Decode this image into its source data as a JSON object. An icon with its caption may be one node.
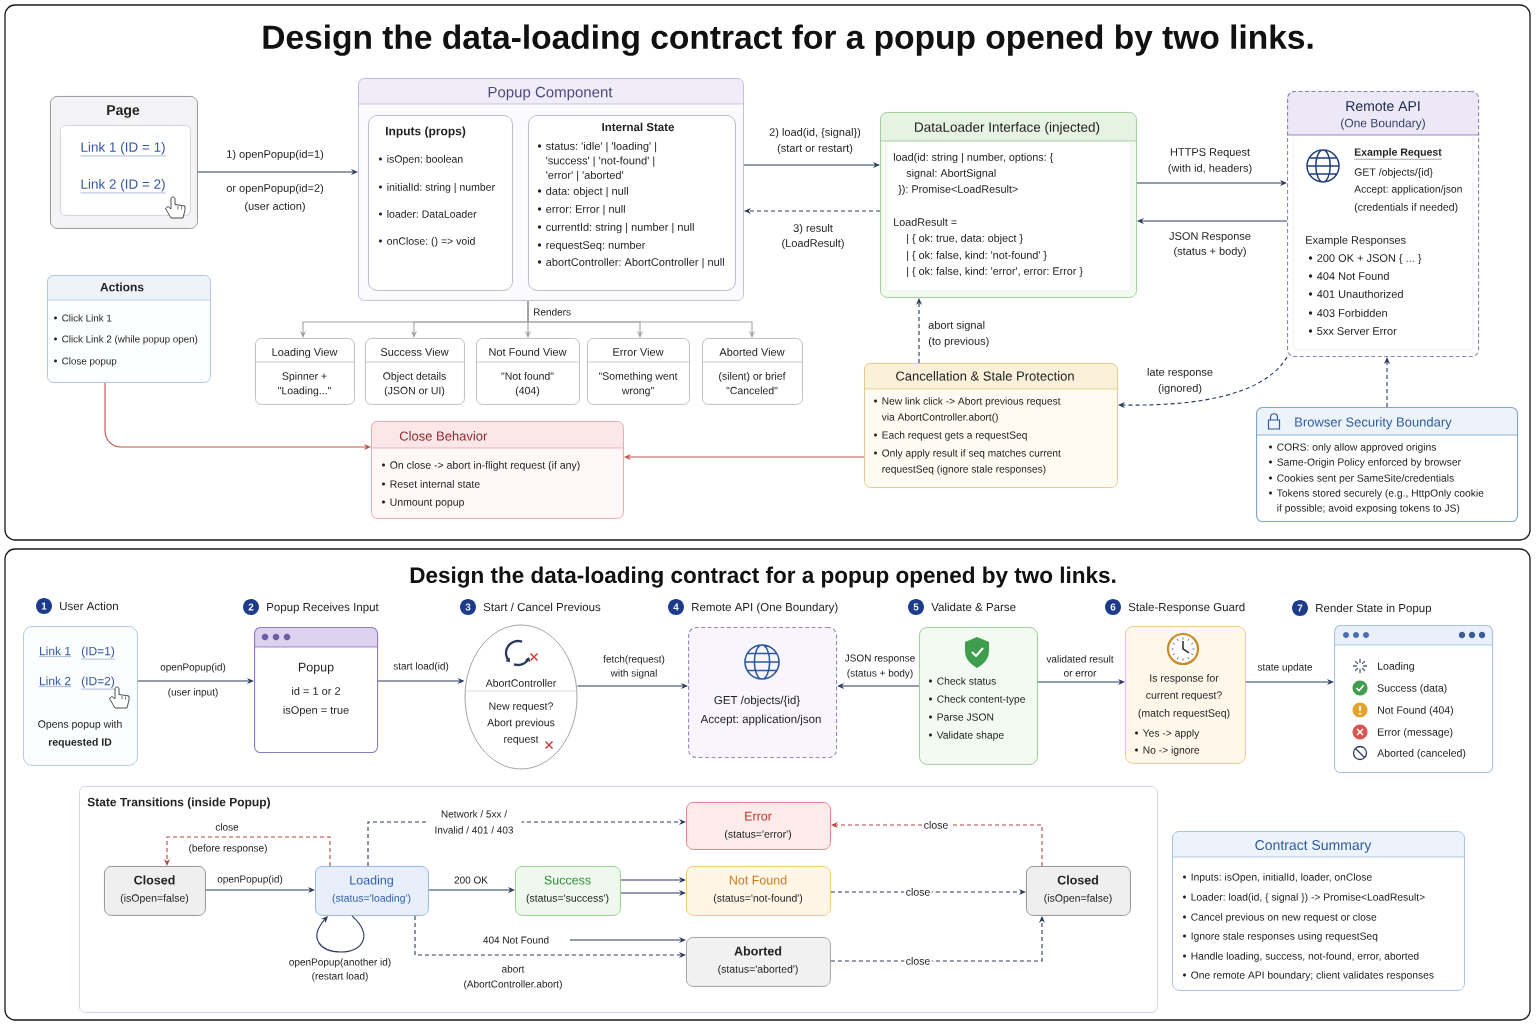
{
  "diagram": {
    "title": "Design the data-loading contract for a popup opened by two links.",
    "nodes": [
      {
        "text": [
          "Page"
        ]
      },
      {
        "text": [
          "Link 1 (ID = 1)",
          "Link 2 (ID = 2)"
        ],
        "in": 0
      },
      {
        "text": [
          "Popup Component"
        ]
      },
      {
        "text": [
          "Inputs (props)",
          "isOpen: boolean",
          "initialId: string | number",
          "loader: DataLoader",
          "onClose: () => void"
        ],
        "in": 2
      },
      {
        "text": [
          "Internal State",
          "status: 'idle' | 'loading' | 'success' | 'not-found' | 'error' | 'aborted'",
          "data: object | null",
          "error: Error | null",
          "currentId: string | number | null",
          "requestSeq: number",
          "abortController: AbortController | null"
        ],
        "in": 2
      },
      {
        "text": [
          "DataLoader Interface (injected)",
          "load(id: string | number, options: {",
          "signal: AbortSignal",
          "}): Promise<LoadResult>",
          "LoadResult =",
          "| { ok: true, data: object }",
          "| { ok: false, kind: 'not-found' }",
          "| { ok: false, kind: 'error', error: Error }"
        ]
      },
      {
        "text": [
          "Remote API",
          "(One Boundary)",
          "Example Request",
          "GET /objects/{id}",
          "Accept: application/json",
          "(credentials if needed)",
          "Example Responses",
          "200 OK + JSON { ... }",
          "404 Not Found",
          "401 Unauthorized",
          "403 Forbidden",
          "5xx Server Error"
        ]
      },
      {
        "text": [
          "Actions",
          "Click Link 1",
          "Click Link 2 (while popup open)",
          "Close popup"
        ]
      },
      {
        "text": [
          "Loading View",
          "Spinner + \"Loading...\""
        ]
      },
      {
        "text": [
          "Success View",
          "Object details (JSON or UI)"
        ]
      },
      {
        "text": [
          "Not Found View",
          "\"Not found\" (404)"
        ]
      },
      {
        "text": [
          "Error View",
          "\"Something went wrong\""
        ]
      },
      {
        "text": [
          "Aborted View",
          "(silent) or brief \"Canceled\""
        ]
      },
      {
        "text": [
          "Cancellation & Stale Protection",
          "New link click -> Abort previous request via AbortController.abort()",
          "Each request gets a requestSeq",
          "Only apply result if seq matches current requestSeq (ignore stale responses)"
        ]
      },
      {
        "text": [
          "Close Behavior",
          "On close -> abort in-flight request (if any)",
          "Reset internal state",
          "Unmount popup"
        ]
      },
      {
        "text": [
          "Browser Security Boundary",
          "CORS: only allow approved origins",
          "Same-Origin Policy enforced by browser",
          "Cookies sent per SameSite/credentials",
          "Tokens stored securely (e.g., HttpOnly cookie if possible; avoid exposing tokens to JS)"
        ]
      },
      {
        "text": [
          "1",
          "User Action",
          "Link 1",
          "(ID=1)",
          "Link 2",
          "(ID=2)",
          "Opens popup with **requested ID**"
        ]
      },
      {
        "text": [
          "2",
          "Popup Receives Input",
          "Popup",
          "id = 1 or 2",
          "isOpen = true"
        ]
      },
      {
        "text": [
          "3",
          "Start / Cancel Previous",
          "AbortController",
          "New request? Abort previous request"
        ]
      },
      {
        "text": [
          "4",
          "Remote API (One Boundary)",
          "GET /objects/{id}",
          "Accept: application/json"
        ]
      },
      {
        "text": [
          "5",
          "Validate & Parse",
          "Check status",
          "Check content-type",
          "Parse JSON",
          "Validate shape"
        ]
      },
      {
        "text": [
          "6",
          "Stale-Response Guard",
          "Is response for current request?",
          "(match requestSeq)",
          "Yes -> apply",
          "No -> ignore"
        ]
      },
      {
        "text": [
          "7",
          "Render State in Popup",
          "Loading",
          "Success (data)",
          "Not Found (404)",
          "Error (message)",
          "Aborted (canceled)"
        ]
      },
      {
        "text": [
          "State Transitions (inside Popup)"
        ]
      },
      {
        "text": [
          "Closed",
          "(isOpen=false)"
        ],
        "in": 23
      },
      {
        "text": [
          "Loading",
          "(status='loading')"
        ],
        "in": 23
      },
      {
        "text": [
          "Error",
          "(status='error')"
        ],
        "in": 23
      },
      {
        "text": [
          "Success",
          "(status='success')"
        ],
        "in": 23
      },
      {
        "text": [
          "Not Found",
          "(status='not-found')"
        ],
        "in": 23
      },
      {
        "text": [
          "Aborted",
          "(status='aborted')"
        ],
        "in": 23
      },
      {
        "text": [
          "Closed",
          "(isOpen=false)"
        ],
        "in": 23
      },
      {
        "text": [
          "Contract Summary",
          "Inputs: isOpen, initialId, loader, onClose",
          "Loader: load(id, { signal }) -> Promise<LoadResult>",
          "Cancel previous on new request or close",
          "Ignore stale responses using requestSeq",
          "Handle loading, success, not-found, error, aborted",
          "One remote API boundary; client validates responses"
        ]
      }
    ],
    "edges": [
      {
        "from": 0,
        "to": 2,
        "arrow": "to",
        "label": "1) openPopup(id=1)"
      },
      {
        "from": 2,
        "to": 5,
        "arrow": "to",
        "label": "2) load(id, {signal}) (start or restart)"
      },
      {
        "from": 5,
        "to": 2,
        "arrow": "to",
        "label": "3) result (LoadResult)",
        "style": "dashed"
      },
      {
        "from": 5,
        "to": 6,
        "arrow": "to",
        "label": "HTTPS Request (with id, headers)"
      },
      {
        "from": 6,
        "to": 5,
        "arrow": "to",
        "label": "JSON Response (status + body)"
      },
      {
        "from": 2,
        "to": 8,
        "arrow": "to",
        "color": "#a3a3a3"
      },
      {
        "from": 2,
        "to": 9,
        "arrow": "to",
        "color": "#a3a3a3"
      },
      {
        "from": 2,
        "to": 10,
        "arrow": "to",
        "color": "#a3a3a3",
        "label": "Renders"
      },
      {
        "from": 2,
        "to": 11,
        "arrow": "to",
        "color": "#a3a3a3"
      },
      {
        "from": 2,
        "to": 12,
        "arrow": "to",
        "color": "#a3a3a3"
      },
      {
        "from": 7,
        "to": 14,
        "arrow": "to",
        "color": "#c0504d"
      },
      {
        "from": 13,
        "to": 5,
        "arrow": "to",
        "label": "abort signal (to previous)",
        "style": "dashed"
      },
      {
        "from": 6,
        "to": 13,
        "arrow": "to",
        "label": "late response (ignored)",
        "style": "dashed"
      },
      {
        "from": 15,
        "to": 6,
        "arrow": "to",
        "style": "dashed"
      },
      {
        "from": 13,
        "to": 14,
        "arrow": "to",
        "color": "#c0504d"
      },
      {
        "from": 16,
        "to": 17,
        "arrow": "to",
        "label": "openPopup(id)"
      },
      {
        "from": 17,
        "to": 18,
        "arrow": "to",
        "label": "start load(id)"
      },
      {
        "from": 18,
        "to": 19,
        "arrow": "to",
        "label": "fetch(request) with signal"
      },
      {
        "from": 20,
        "to": 19,
        "arrow": "to",
        "label": "JSON response (status + body)"
      },
      {
        "from": 20,
        "to": 21,
        "arrow": "to",
        "label": "validated result or error"
      },
      {
        "from": 21,
        "to": 22,
        "arrow": "to",
        "label": "state update"
      },
      {
        "from": 24,
        "to": 25,
        "arrow": "to",
        "label": "openPopup(id)"
      },
      {
        "from": 25,
        "to": 24,
        "arrow": "to",
        "label": "close",
        "style": "dashed",
        "color": "#b5473f"
      },
      {
        "from": 25,
        "to": 26,
        "arrow": "to",
        "label": "Network / 5xx / Invalid / 401 / 403",
        "style": "dashed"
      },
      {
        "from": 25,
        "to": 25,
        "arrow": "to",
        "label": "openPopup(another id) (restart load)"
      },
      {
        "from": 25,
        "to": 27,
        "arrow": "to",
        "label": "200 OK"
      },
      {
        "from": 27,
        "to": 28,
        "arrow": "to"
      },
      {
        "from": 27,
        "to": 28,
        "arrow": "to"
      },
      {
        "from": null,
        "to": 29,
        "arrow": "to",
        "label": "404 Not Found"
      },
      {
        "from": 25,
        "to": 29,
        "arrow": "to",
        "label": "abort (AbortController.abort)",
        "style": "dashed"
      },
      {
        "from": 28,
        "to": 30,
        "arrow": "to",
        "label": "close",
        "style": "dashed"
      },
      {
        "from": 29,
        "to": 30,
        "arrow": "to",
        "label": "close",
        "style": "dashed"
      },
      {
        "from": 30,
        "to": 26,
        "arrow": "to",
        "label": "close",
        "style": "dashed",
        "color": "#b5473f"
      }
    ],
    "labels": [
      "or openPopup(id=2)",
      "(user action)",
      "Design the data-loading contract for a popup opened by two links.",
      "(user input)",
      "(before response)"
    ]
  }
}
